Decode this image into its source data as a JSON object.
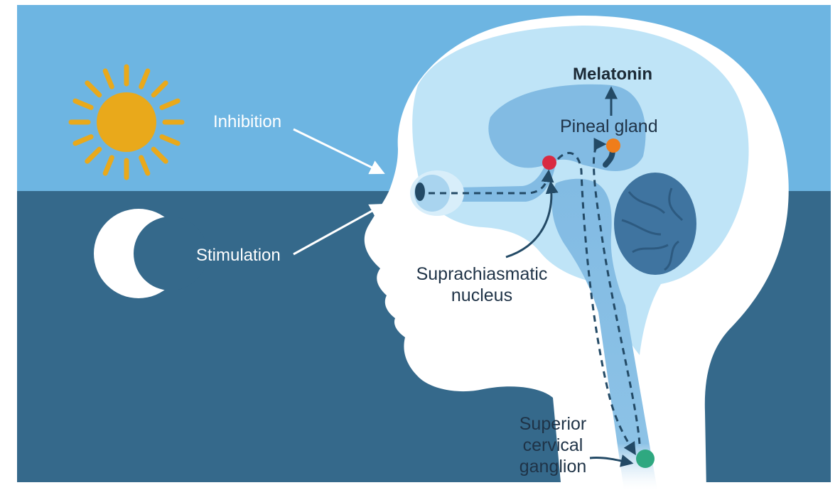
{
  "labels": {
    "inhibition": "Inhibition",
    "stimulation": "Stimulation",
    "melatonin": "Melatonin",
    "pineal_gland": "Pineal gland",
    "scn_line1": "Suprachiasmatic",
    "scn_line2": "nucleus",
    "scg_line1": "Superior",
    "scg_line2": "cervical",
    "scg_line3": "ganglion"
  },
  "colors": {
    "day_sky": "#6db5e2",
    "night_sky": "#35698b",
    "sun": "#e9a91b",
    "moon": "#ffffff",
    "head_halo": "#ffffff",
    "brain_outer": "#bfe4f7",
    "brain_inner": "#82bbe3",
    "cerebellum": "#3f74a0",
    "pathway": "#234a66",
    "scn_dot": "#d92a42",
    "pineal_dot": "#ef7d1a",
    "ganglion_dot": "#2fa880"
  },
  "icons": {
    "sun": "sun-icon",
    "moon": "crescent-moon-icon",
    "eye": "eye-icon"
  }
}
